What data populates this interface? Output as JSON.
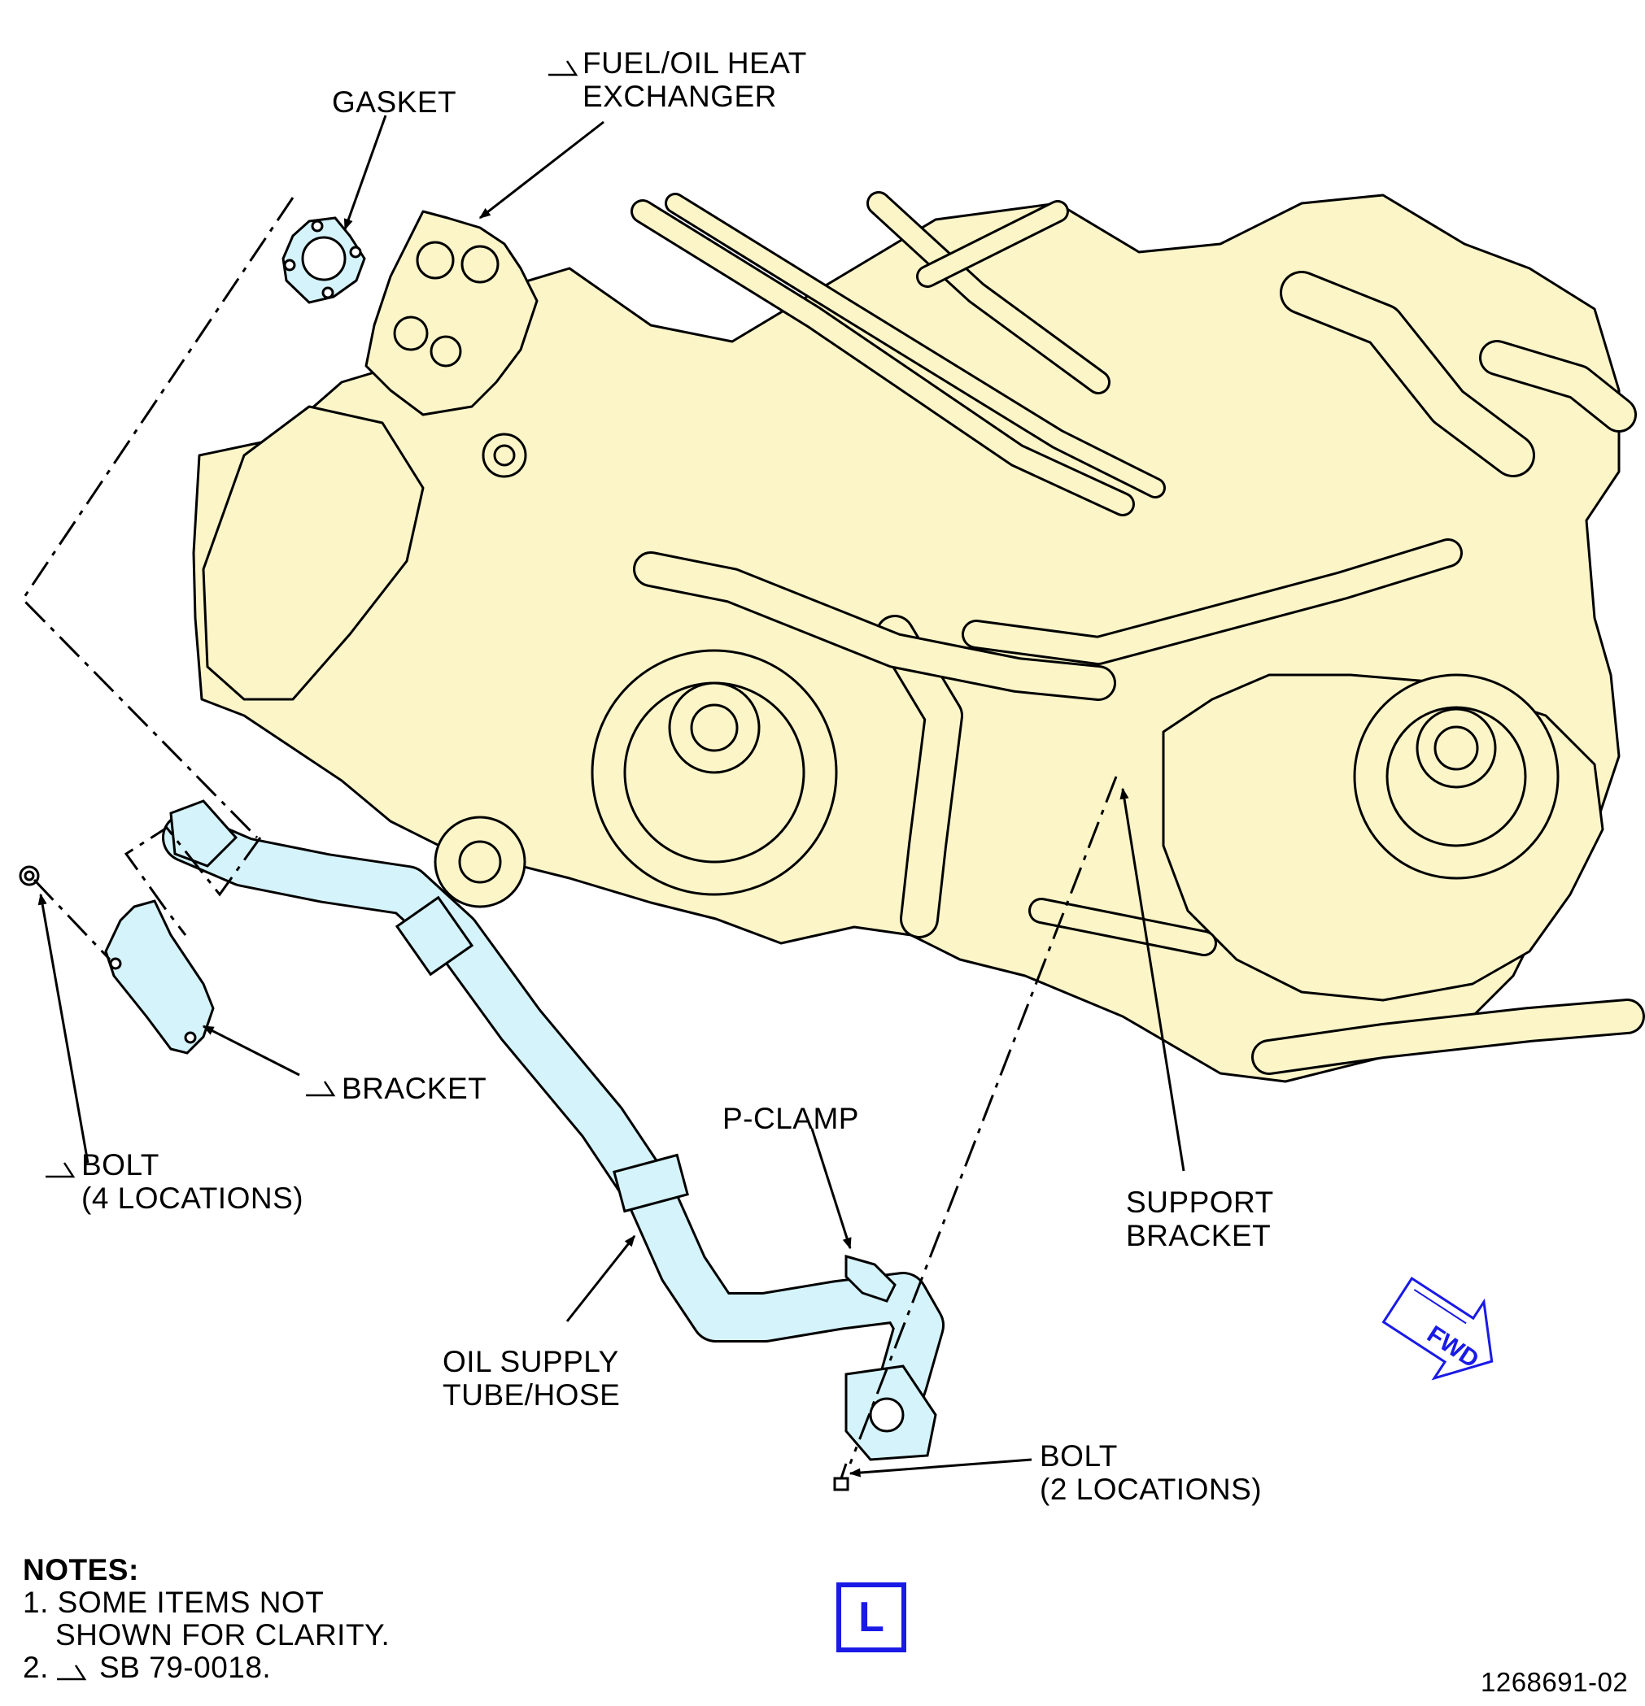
{
  "labels": {
    "gasket": "GASKET",
    "heat_exchanger_line1": "FUEL/OIL HEAT",
    "heat_exchanger_line2": "EXCHANGER",
    "bracket": "BRACKET",
    "bolt4_line1": "BOLT",
    "bolt4_line2": "(4 LOCATIONS)",
    "p_clamp": "P-CLAMP",
    "support_bracket_line1": "SUPPORT",
    "support_bracket_line2": "BRACKET",
    "oil_supply_line1": "OIL SUPPLY",
    "oil_supply_line2": "TUBE/HOSE",
    "bolt2_line1": "BOLT",
    "bolt2_line2": "(2 LOCATIONS)",
    "fwd": "FWD",
    "view": "L",
    "figure_number": "1268691-02"
  },
  "notes": {
    "title": "NOTES:",
    "item1_line1": "1. SOME ITEMS NOT",
    "item1_line2": "SHOWN FOR CLARITY.",
    "item2_prefix": "2.",
    "item2_text": "SB 79-0018."
  },
  "colors": {
    "engine_fill": "#fbf5c8",
    "highlight_fill": "#d5f3fa",
    "callout_blue": "#1a1ae6",
    "line": "#000000"
  },
  "icons": {
    "service_bulletin_flag": "sb-flag-icon",
    "forward_arrow": "fwd-arrow-icon"
  }
}
